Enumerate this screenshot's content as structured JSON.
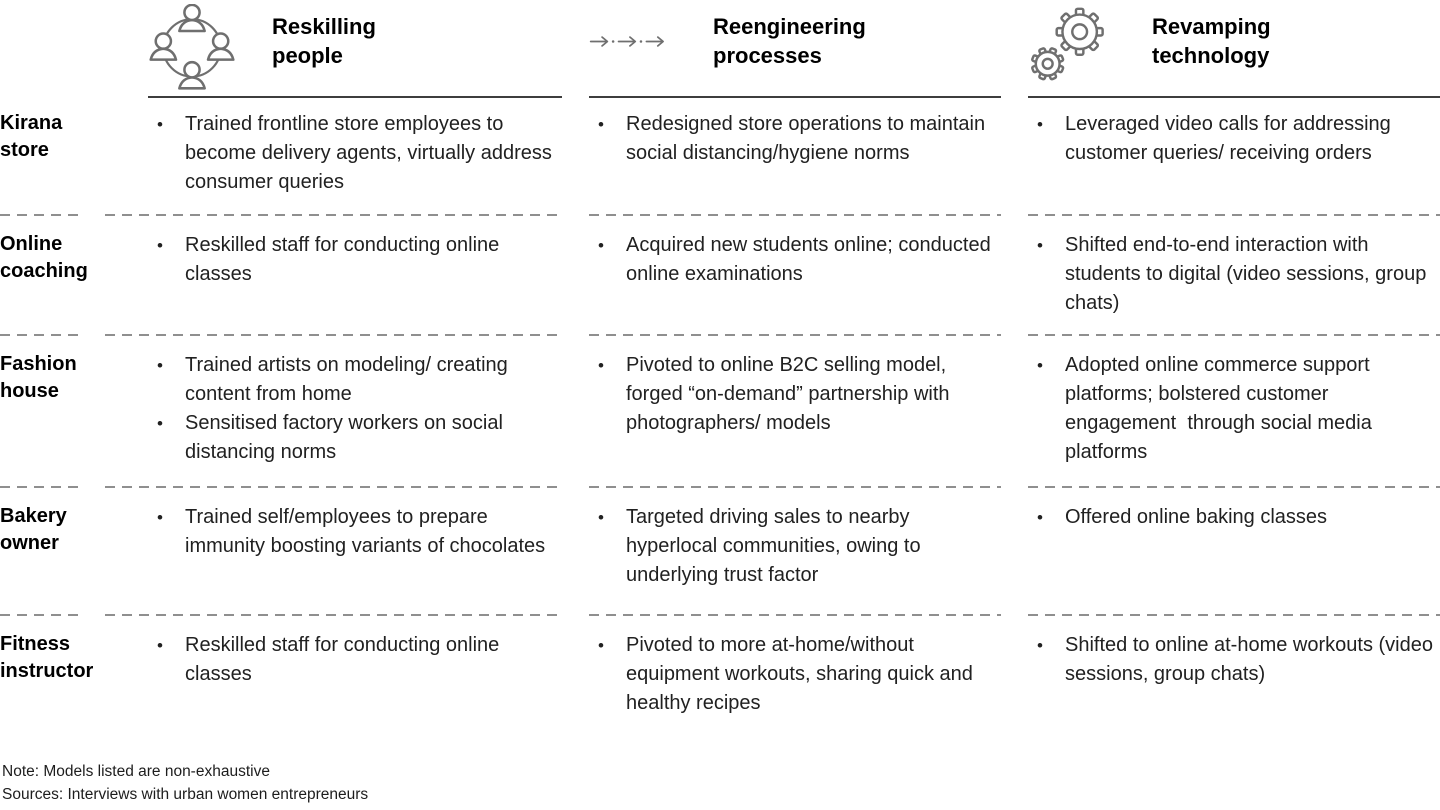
{
  "table": {
    "columns": [
      {
        "icon": "people-circle-icon",
        "title": "Reskilling people"
      },
      {
        "icon": "process-arrows-icon",
        "title": "Reengineering processes"
      },
      {
        "icon": "gears-icon",
        "title": "Revamping technology"
      }
    ],
    "rows": [
      {
        "label": "Kirana store",
        "reskilling": [
          "Trained frontline store employees to become delivery agents, virtually address consumer queries"
        ],
        "reengineering": [
          "Redesigned store operations to maintain social distancing/hygiene norms"
        ],
        "revamping": [
          "Leveraged video calls for addressing customer queries/ receiving orders"
        ]
      },
      {
        "label": "Online coaching",
        "reskilling": [
          "Reskilled staff for conducting online classes"
        ],
        "reengineering": [
          "Acquired new students online; conducted online examinations"
        ],
        "revamping": [
          "Shifted end-to-end interaction with students to digital (video sessions, group chats)"
        ]
      },
      {
        "label": "Fashion house",
        "reskilling": [
          "Trained artists on modeling/ creating content from home",
          "Sensitised factory workers on social distancing norms"
        ],
        "reengineering": [
          "Pivoted to online B2C selling model, forged “on-demand” partnership with photographers/ models"
        ],
        "revamping": [
          "Adopted online commerce support platforms; bolstered customer engagement  through social media platforms"
        ]
      },
      {
        "label": "Bakery owner",
        "reskilling": [
          "Trained self/employees to prepare immunity boosting variants of chocolates"
        ],
        "reengineering": [
          "Targeted driving sales to nearby hyperlocal communities, owing to underlying trust factor"
        ],
        "revamping": [
          "Offered online baking classes"
        ]
      },
      {
        "label": "Fitness instructor",
        "reskilling": [
          "Reskilled staff for conducting online classes"
        ],
        "reengineering": [
          "Pivoted to more at-home/without equipment workouts, sharing quick and healthy recipes"
        ],
        "revamping": [
          "Shifted to online at-home workouts (video sessions, group chats)"
        ]
      }
    ]
  },
  "footer": {
    "note": "Note: Models listed are non-exhaustive",
    "sources": "Sources: Interviews with urban women entrepreneurs"
  },
  "colors": {
    "text": "#212121",
    "heading": "#000000",
    "icon_stroke": "#6f6f6f",
    "solid_rule": "#3d3d3d",
    "dashed_rule": "#8f8f8f"
  }
}
